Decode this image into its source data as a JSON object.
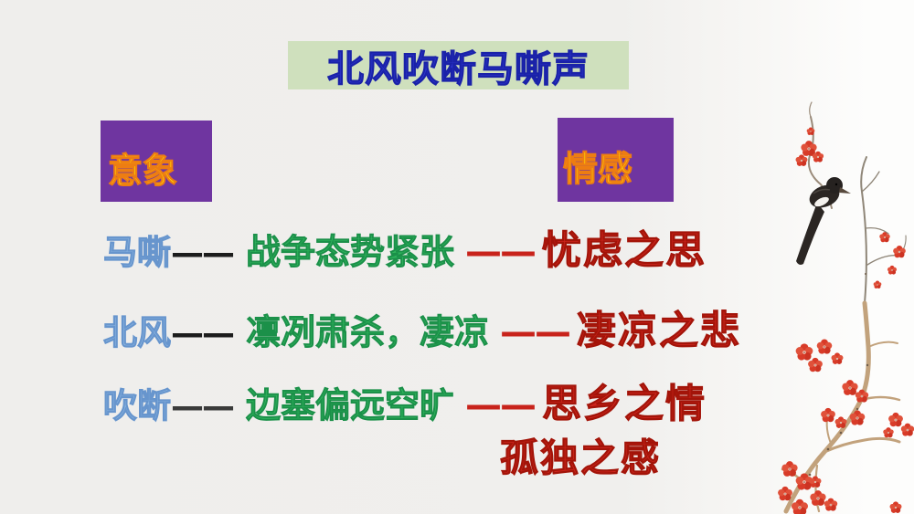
{
  "slide": {
    "title": "北风吹断马嘶声",
    "headers": {
      "imagery": "意象",
      "emotion": "情感"
    },
    "rows": [
      {
        "image": "马嘶",
        "dash1": "——",
        "meaning": "战争态势紧张",
        "dash2": "——",
        "emotion": "忧虑之思"
      },
      {
        "image": "北风",
        "dash1": "——",
        "meaning": "凛冽肃杀，凄凉",
        "dash2": "——",
        "emotion": "凄凉之悲"
      },
      {
        "image": "吹断",
        "dash1": "——",
        "meaning": "边塞偏远空旷",
        "dash2": "——",
        "emotion": "思乡之情"
      }
    ],
    "extra_emotion": "孤独之感",
    "decoration": "magpie-on-plum-blossom-painting",
    "colors": {
      "background": "#F0EFED",
      "title_bg": "#CFE0BD",
      "title_text": "#2B34CB",
      "header_bg": "#6F35A0",
      "header_text": "#FFE600",
      "image_term_text": "#8AB4E0",
      "meaning_text": "#2FB45C",
      "emotion_text": "#CD241C",
      "dash_black": "#1C1C1C",
      "dash_red": "#C8231B",
      "blossom_red": "#D83B28",
      "branch_brown": "#C2A27C",
      "bird_black": "#2B2623"
    }
  }
}
